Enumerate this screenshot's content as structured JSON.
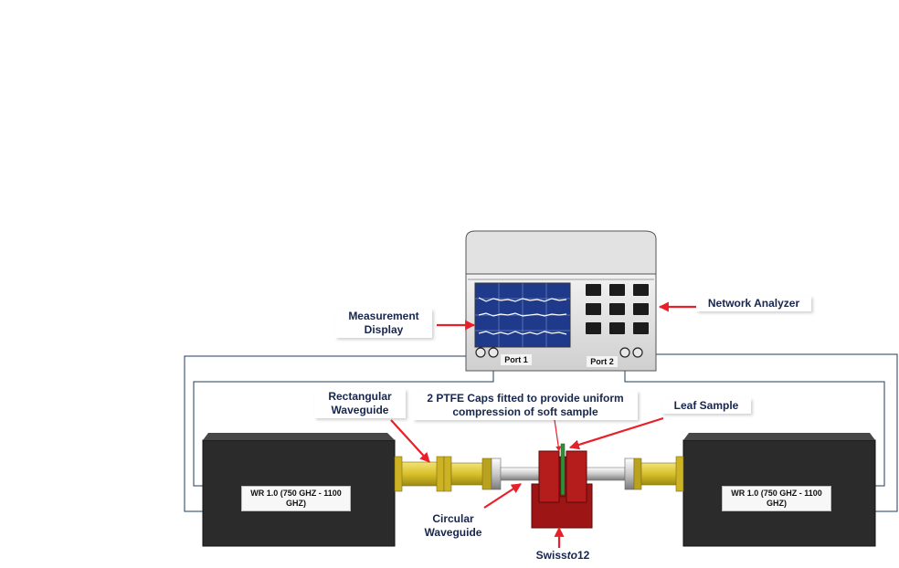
{
  "labels": {
    "measurement_display": "Measurement Display",
    "network_analyzer": "Network Analyzer",
    "port1": "Port 1",
    "port2": "Port 2",
    "rectangular_waveguide": "Rectangular Waveguide",
    "ptfe_caps": "2 PTFE Caps fitted to provide uniform compression of soft sample",
    "leaf_sample": "Leaf Sample",
    "circular_waveguide": "Circular Waveguide",
    "swissto12_prefix": "Swiss",
    "swissto12_italic": "to",
    "swissto12_suffix": "12",
    "module_left": "WR 1.0 (750 GHZ - 1100 GHZ)",
    "module_right": "WR 1.0 (750 GHZ - 1100 GHZ)"
  },
  "colors": {
    "arrow": "#e8202a",
    "label_text": "#17264d",
    "waveguide_gold": "#d9c12a",
    "holder_red": "#9e1515",
    "module_body": "#2b2b2b"
  }
}
